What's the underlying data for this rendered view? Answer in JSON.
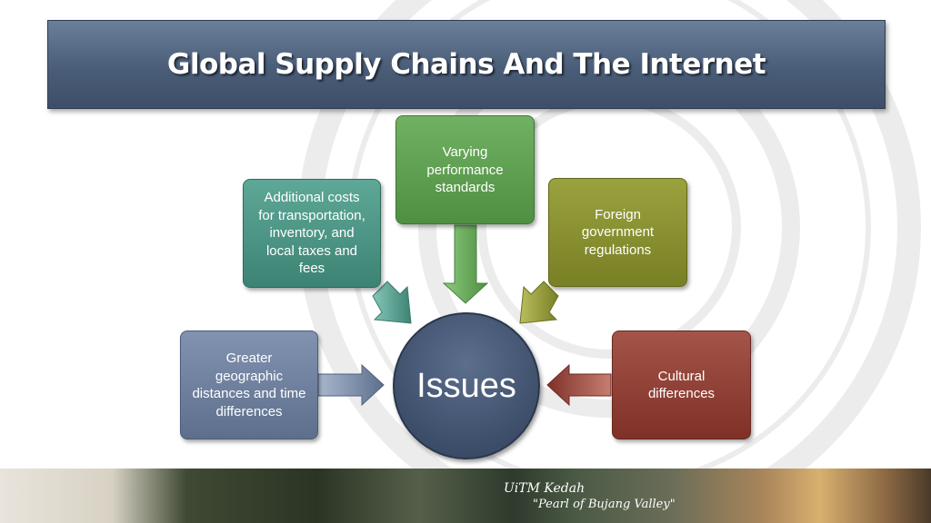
{
  "title": "Global Supply Chains And The Internet",
  "diagram": {
    "center": "Issues",
    "nodes": {
      "additional_costs": [
        "Additional costs",
        "for transportation,",
        "inventory, and",
        "local taxes and",
        "fees"
      ],
      "varying_standards": [
        "Varying",
        "performance",
        "standards"
      ],
      "foreign_regulations": [
        "Foreign",
        "government",
        "regulations"
      ],
      "geographic_distances": [
        "Greater",
        "geographic",
        "distances and time",
        "differences"
      ],
      "cultural_differences": [
        "Cultural",
        "differences"
      ]
    },
    "colors": {
      "additional_costs": "#4a9484",
      "varying_standards": "#5fa052",
      "foreign_regulations": "#8a9130",
      "geographic_distances": "#6f81a0",
      "cultural_differences": "#923f34",
      "center": "#3d4e6a",
      "title_bar": "#4a5d78"
    }
  },
  "footer": {
    "line1": "UiTM Kedah",
    "line2": "\"Pearl of Bujang Valley\""
  }
}
